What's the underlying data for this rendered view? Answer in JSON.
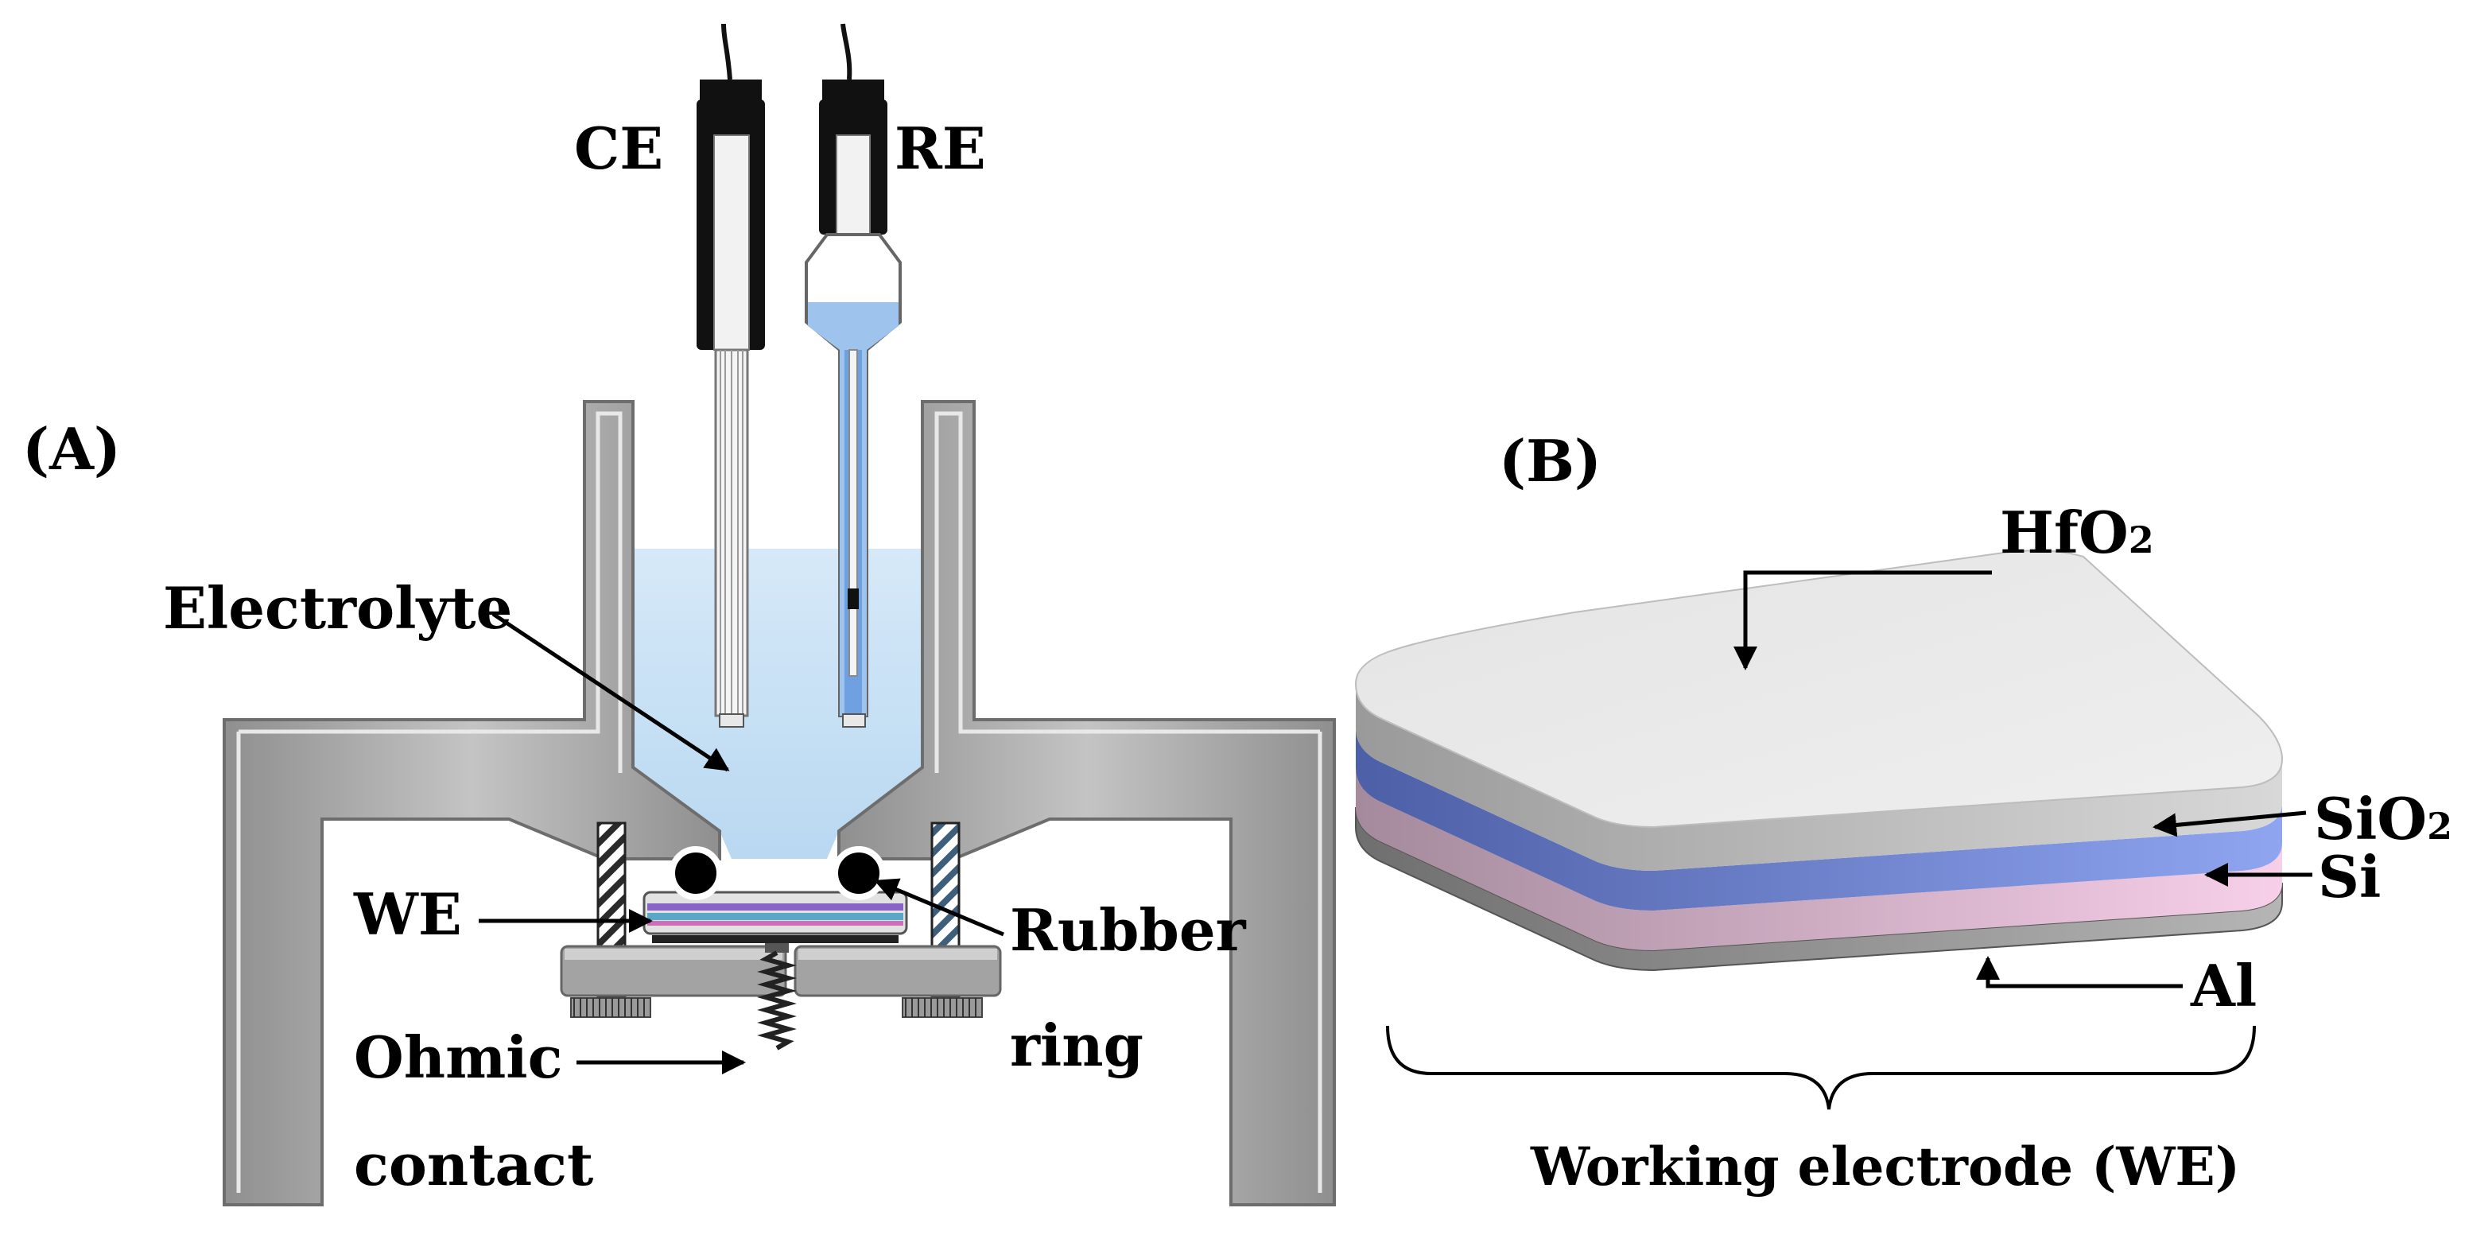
{
  "panel_a": {
    "label": "(A)",
    "counter_electrode": "CE",
    "reference_electrode": "RE",
    "electrolyte": "Electrolyte",
    "working_electrode": "WE",
    "rubber_ring_line1": "Rubber",
    "rubber_ring_line2": "ring",
    "ohmic_line1": "Ohmic",
    "ohmic_line2": "contact"
  },
  "panel_b": {
    "label": "(B)",
    "layers": [
      {
        "base": "HfO",
        "sub": "2",
        "color": "#e6e6e6"
      },
      {
        "base": "SiO",
        "sub": "2",
        "color": "#8aa0ee"
      },
      {
        "base": "Si",
        "sub": "",
        "color": "#f5cdea"
      },
      {
        "base": "Al",
        "sub": "",
        "color": "#a9a9a9"
      }
    ],
    "caption": "Working electrode (WE)"
  }
}
